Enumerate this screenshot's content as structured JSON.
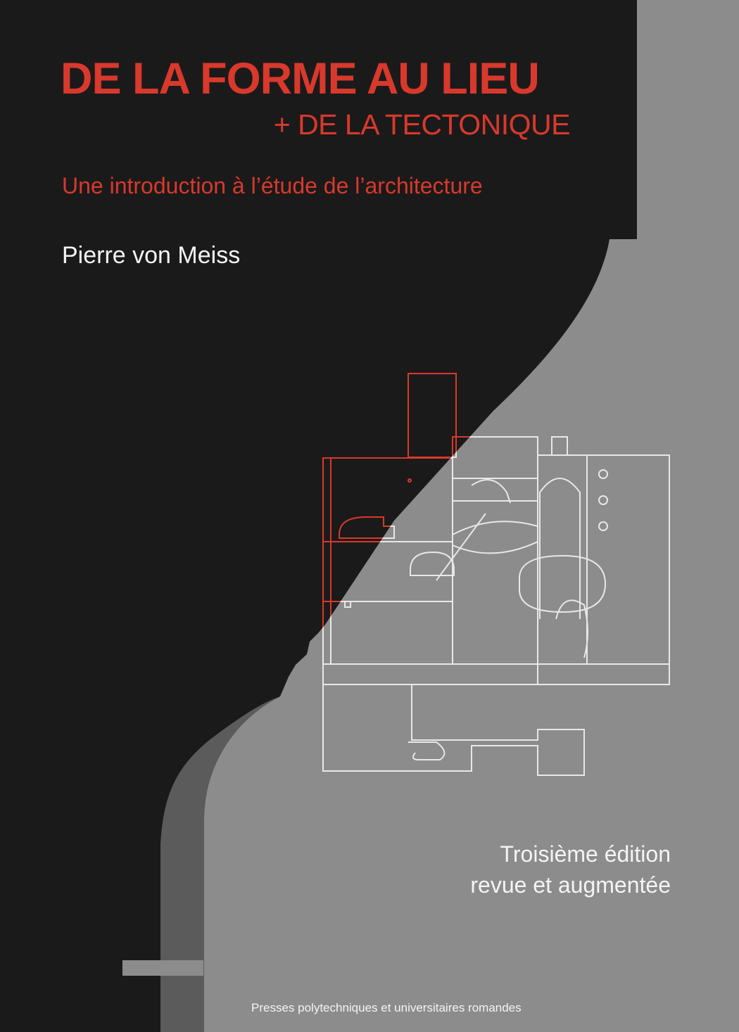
{
  "cover": {
    "title": "DE LA FORME AU LIEU",
    "title_addition": "+ DE LA TECTONIQUE",
    "subtitle": "Une introduction à l’étude de l’architecture",
    "author": "Pierre von Meiss",
    "edition_line1": "Troisième édition",
    "edition_line2": "revue et augmentée",
    "publisher": "Presses polytechniques et universitaires romandes"
  },
  "colors": {
    "black": "#1b1a1a",
    "grey": "#8c8c8c",
    "dark_grey": "#5b5b5b",
    "red": "#d8392c",
    "white": "#f4f4f4"
  }
}
